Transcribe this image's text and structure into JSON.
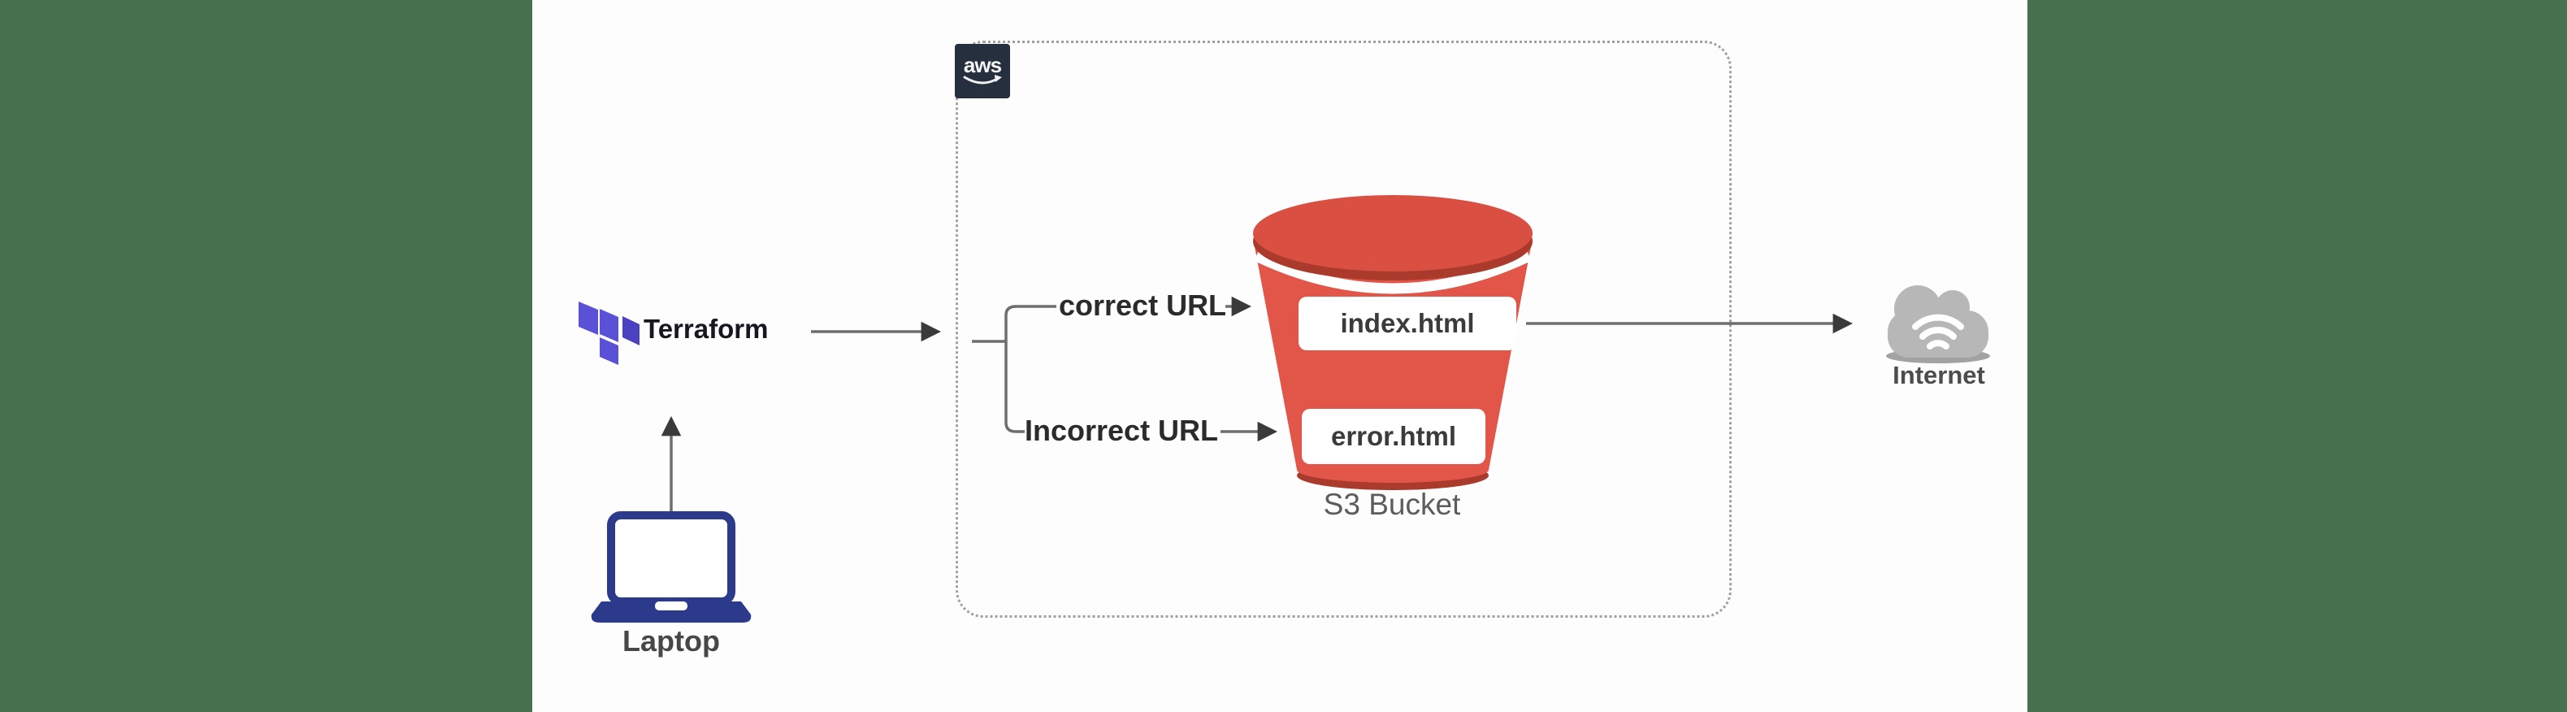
{
  "canvas": {
    "letterbox_color": "#48714f",
    "background_color": "#fdfdfd",
    "boundary_border_color": "#a0a0a0"
  },
  "aws_group": {
    "logo_text": "aws",
    "tile_color": "#252f3d"
  },
  "terraform": {
    "label": "Terraform",
    "brand_light": "#5b51d7",
    "brand_dark": "#4a42c0"
  },
  "laptop": {
    "label": "Laptop",
    "color": "#2c3a8c"
  },
  "s3": {
    "label": "S3 Bucket",
    "bucket_color": "#e2564a",
    "bucket_top_color": "#d94f42",
    "bucket_rim_color": "#a93a2c",
    "files": [
      {
        "name": "index.html"
      },
      {
        "name": "error.html"
      }
    ]
  },
  "internet": {
    "label": "Internet",
    "cloud_color": "#b7b7b7"
  },
  "edges": {
    "correct": "correct URL",
    "incorrect": "Incorrect URL",
    "line_color": "#6e6e6e",
    "arrowhead_color": "#3a3a3a"
  }
}
